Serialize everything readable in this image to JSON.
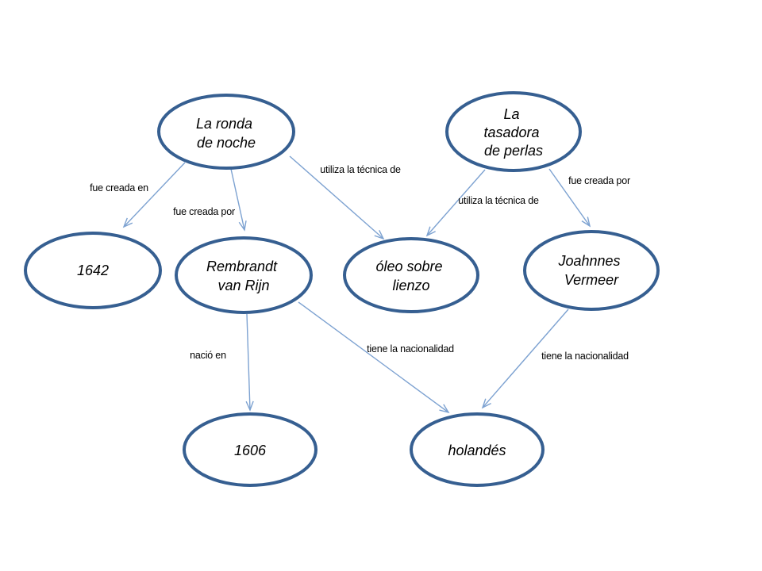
{
  "colors": {
    "background": "#ffffff",
    "node_fill": "#ffffff",
    "node_border": "#365f91",
    "edge": "#7da2d1",
    "text": "#000000"
  },
  "nodes": [
    {
      "id": "la-ronda-de-noche",
      "lines": [
        "La ronda",
        "de noche"
      ]
    },
    {
      "id": "la-tasadora-de-perlas",
      "lines": [
        "La",
        "tasadora",
        "de perlas"
      ]
    },
    {
      "id": "1642",
      "lines": [
        "1642"
      ]
    },
    {
      "id": "rembrandt-van-rijn",
      "lines": [
        "Rembrandt",
        "van Rijn"
      ]
    },
    {
      "id": "oleo-sobre-lienzo",
      "lines": [
        "óleo sobre",
        "lienzo"
      ]
    },
    {
      "id": "joahnnes-vermeer",
      "lines": [
        "Joahnnes",
        "Vermeer"
      ]
    },
    {
      "id": "1606",
      "lines": [
        "1606"
      ]
    },
    {
      "id": "holandes",
      "lines": [
        "holandés"
      ]
    }
  ],
  "edges": [
    {
      "from": "la-ronda-de-noche",
      "to": "1642",
      "label": "fue creada en"
    },
    {
      "from": "la-ronda-de-noche",
      "to": "rembrandt-van-rijn",
      "label": "fue creada por"
    },
    {
      "from": "la-ronda-de-noche",
      "to": "oleo-sobre-lienzo",
      "label": "utiliza la técnica de"
    },
    {
      "from": "la-tasadora-de-perlas",
      "to": "oleo-sobre-lienzo",
      "label": "utiliza la técnica de"
    },
    {
      "from": "la-tasadora-de-perlas",
      "to": "joahnnes-vermeer",
      "label": "fue creada por"
    },
    {
      "from": "rembrandt-van-rijn",
      "to": "1606",
      "label": "nació en"
    },
    {
      "from": "rembrandt-van-rijn",
      "to": "holandes",
      "label": "tiene la nacionalidad"
    },
    {
      "from": "joahnnes-vermeer",
      "to": "holandes",
      "label": "tiene la nacionalidad"
    }
  ]
}
